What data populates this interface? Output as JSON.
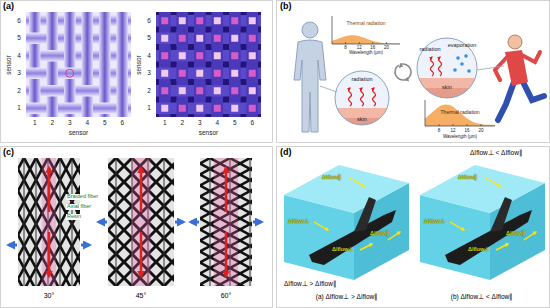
{
  "diagram": {
    "labels": [
      "(a)",
      "6",
      "5",
      "4",
      "3",
      "2",
      "1",
      "sensor",
      "1",
      "2",
      "3",
      "4",
      "5",
      "6",
      "sensor",
      "6",
      "5",
      "4",
      "3",
      "2",
      "1",
      "sensor",
      "1",
      "2",
      "3",
      "4",
      "5",
      "6",
      "sensor",
      "(b)",
      "Thermal radiation",
      "Wavelength (μm)",
      "8",
      "12",
      "16",
      "20",
      "radiation",
      "skin",
      "radiation",
      "evaporation",
      "skin",
      "Thermal radiation",
      "Wavelength (μm)",
      "8",
      "12",
      "16",
      "20",
      "(c)",
      "Braided fiber",
      "Axial fiber",
      "Resin",
      "30°",
      "45°",
      "60°",
      "(d)",
      "ΔIflow⊥ < ΔIflow∥",
      "ΔIflow∥",
      "ΔIflow⊥",
      "ΔIflow⊥",
      "ΔIflow∥",
      "ΔIflow∥",
      "ΔIflow⊥",
      "ΔIflow⊥",
      "ΔIflow∥",
      "ΔIflow⊥ > ΔIflow∥",
      "(a) ΔIflow⊥ > ΔIflow∥",
      "(b) ΔIflow⊥ < ΔIflow∥"
    ]
  }
}
